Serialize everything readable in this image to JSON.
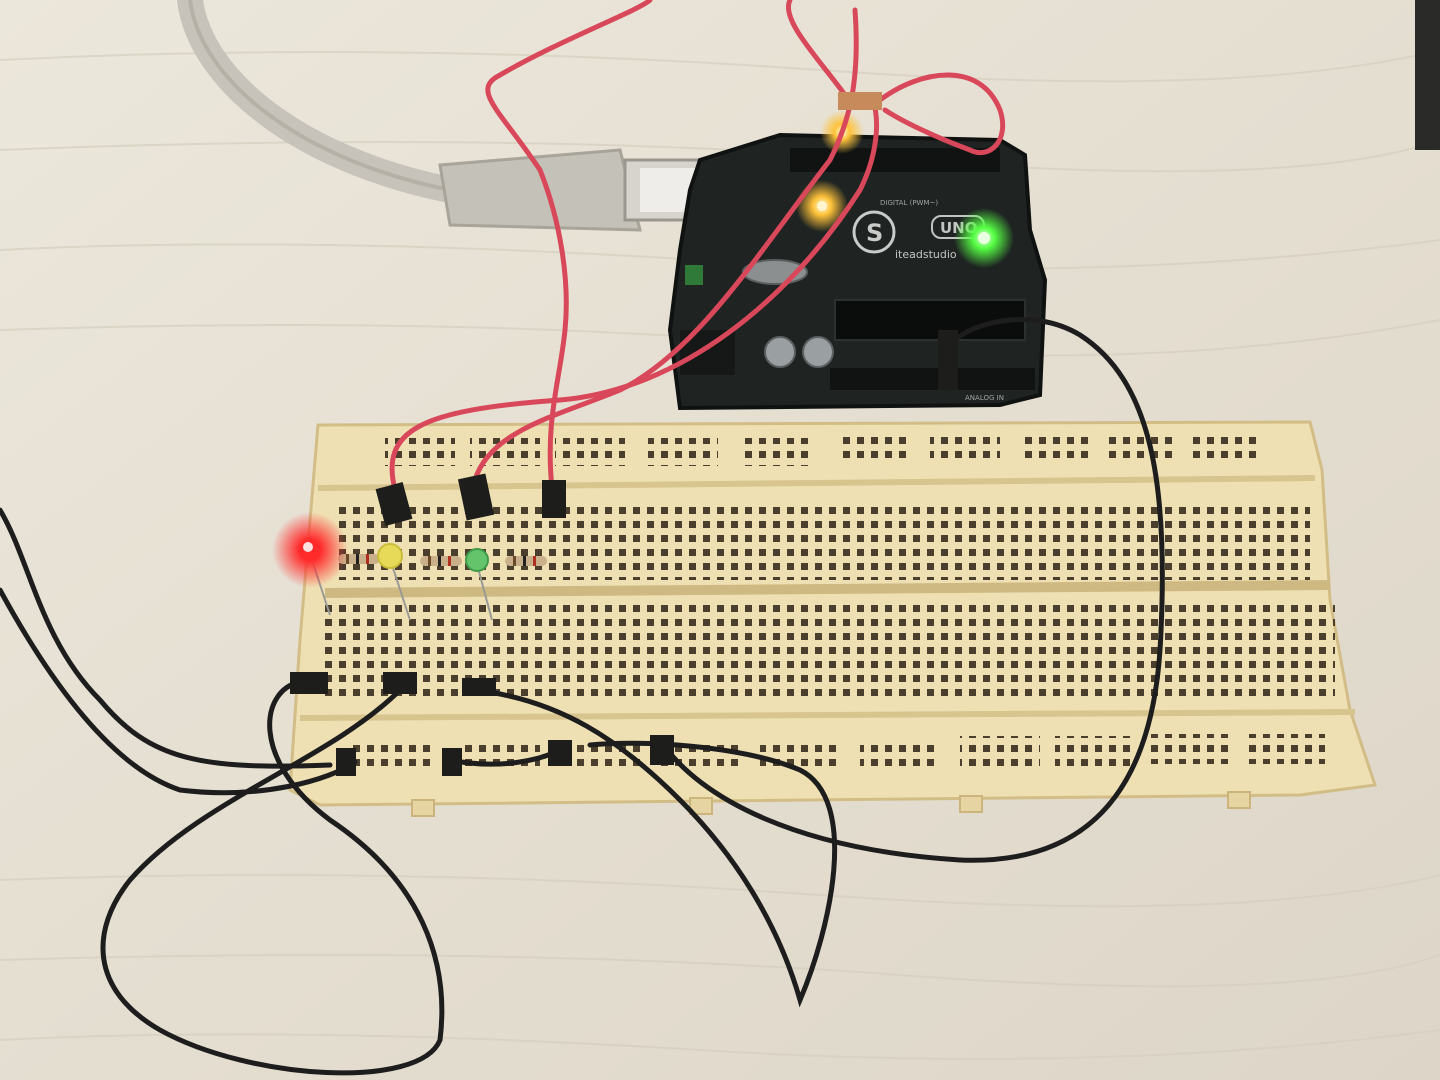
{
  "scene": {
    "subject": "arduino-traffic-light-breadboard",
    "colors": {
      "desk": "#e6e0d3",
      "desk_grain": "#d9d2c3",
      "breadboard": "#efe0b4",
      "breadboard_shadow": "#d8c38e",
      "hole": "#4a3f2c",
      "pcb": "#1e2321",
      "pcb_edge": "#111413",
      "wire_red": "#d9485a",
      "wire_black": "#1d1d1d",
      "usb_cable": "#c9c6bd",
      "led_red": "#ff2a2a",
      "led_yellow": "#e8dc55",
      "led_green": "#5fc66a",
      "board_led_green": "#5cff4a",
      "board_led_amber": "#ffc640"
    },
    "leds": [
      {
        "name": "red",
        "lit": true
      },
      {
        "name": "yellow",
        "lit": false
      },
      {
        "name": "green",
        "lit": false
      }
    ]
  },
  "board": {
    "brand": "iteadstudio",
    "model": "UNO",
    "digital_label": "DIGITAL (PWM~)",
    "analog_label": "ANALOG IN"
  }
}
